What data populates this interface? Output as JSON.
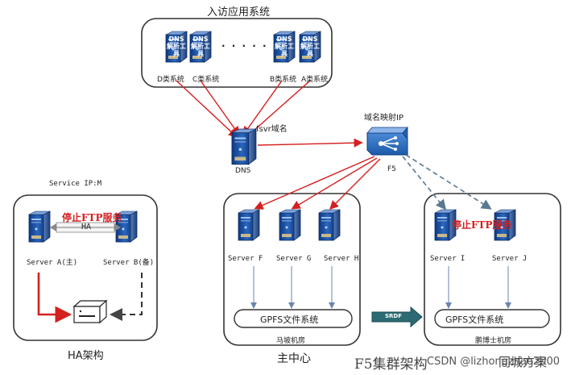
{
  "top_group": {
    "title": "入访应用系统",
    "server_badge": "DNS解析工具",
    "ellipsis": "· · · · ·",
    "systems": [
      "D类系统",
      "C类系统",
      "B类系统",
      "A类系统"
    ]
  },
  "dns": {
    "label": "DNS",
    "domain_label": "fsvr域名"
  },
  "f5": {
    "label": "F5",
    "mapping_label": "域名映射IP"
  },
  "ha_group": {
    "service_ip": "Service IP:M",
    "stop_label": "停止FTP服务",
    "link_label": "HA",
    "server_a": "Server A(主)",
    "server_b": "Server B(备)",
    "caption": "HA架构"
  },
  "main_center": {
    "server_f": "Server F",
    "server_g": "Server G",
    "server_h": "Server H",
    "gpfs": "GPFS文件系统",
    "site": "马坡机房",
    "caption": "主中心"
  },
  "remote": {
    "stop_label": "停止FTP服务",
    "server_i": "Server I",
    "server_j": "Server J",
    "gpfs": "GPFS文件系统",
    "site": "鹏博士机房"
  },
  "sync_label": "SRDF",
  "footer": {
    "title": "F5集群架构",
    "subtitle": "同城方案",
    "watermark": "CSDN @lizhongzhao2000"
  },
  "colors": {
    "red": "#d42020",
    "blue_line": "#3a64a8",
    "dashed": "#5a7890",
    "group_border": "#333333",
    "server_blue": "#1c4e9c"
  }
}
